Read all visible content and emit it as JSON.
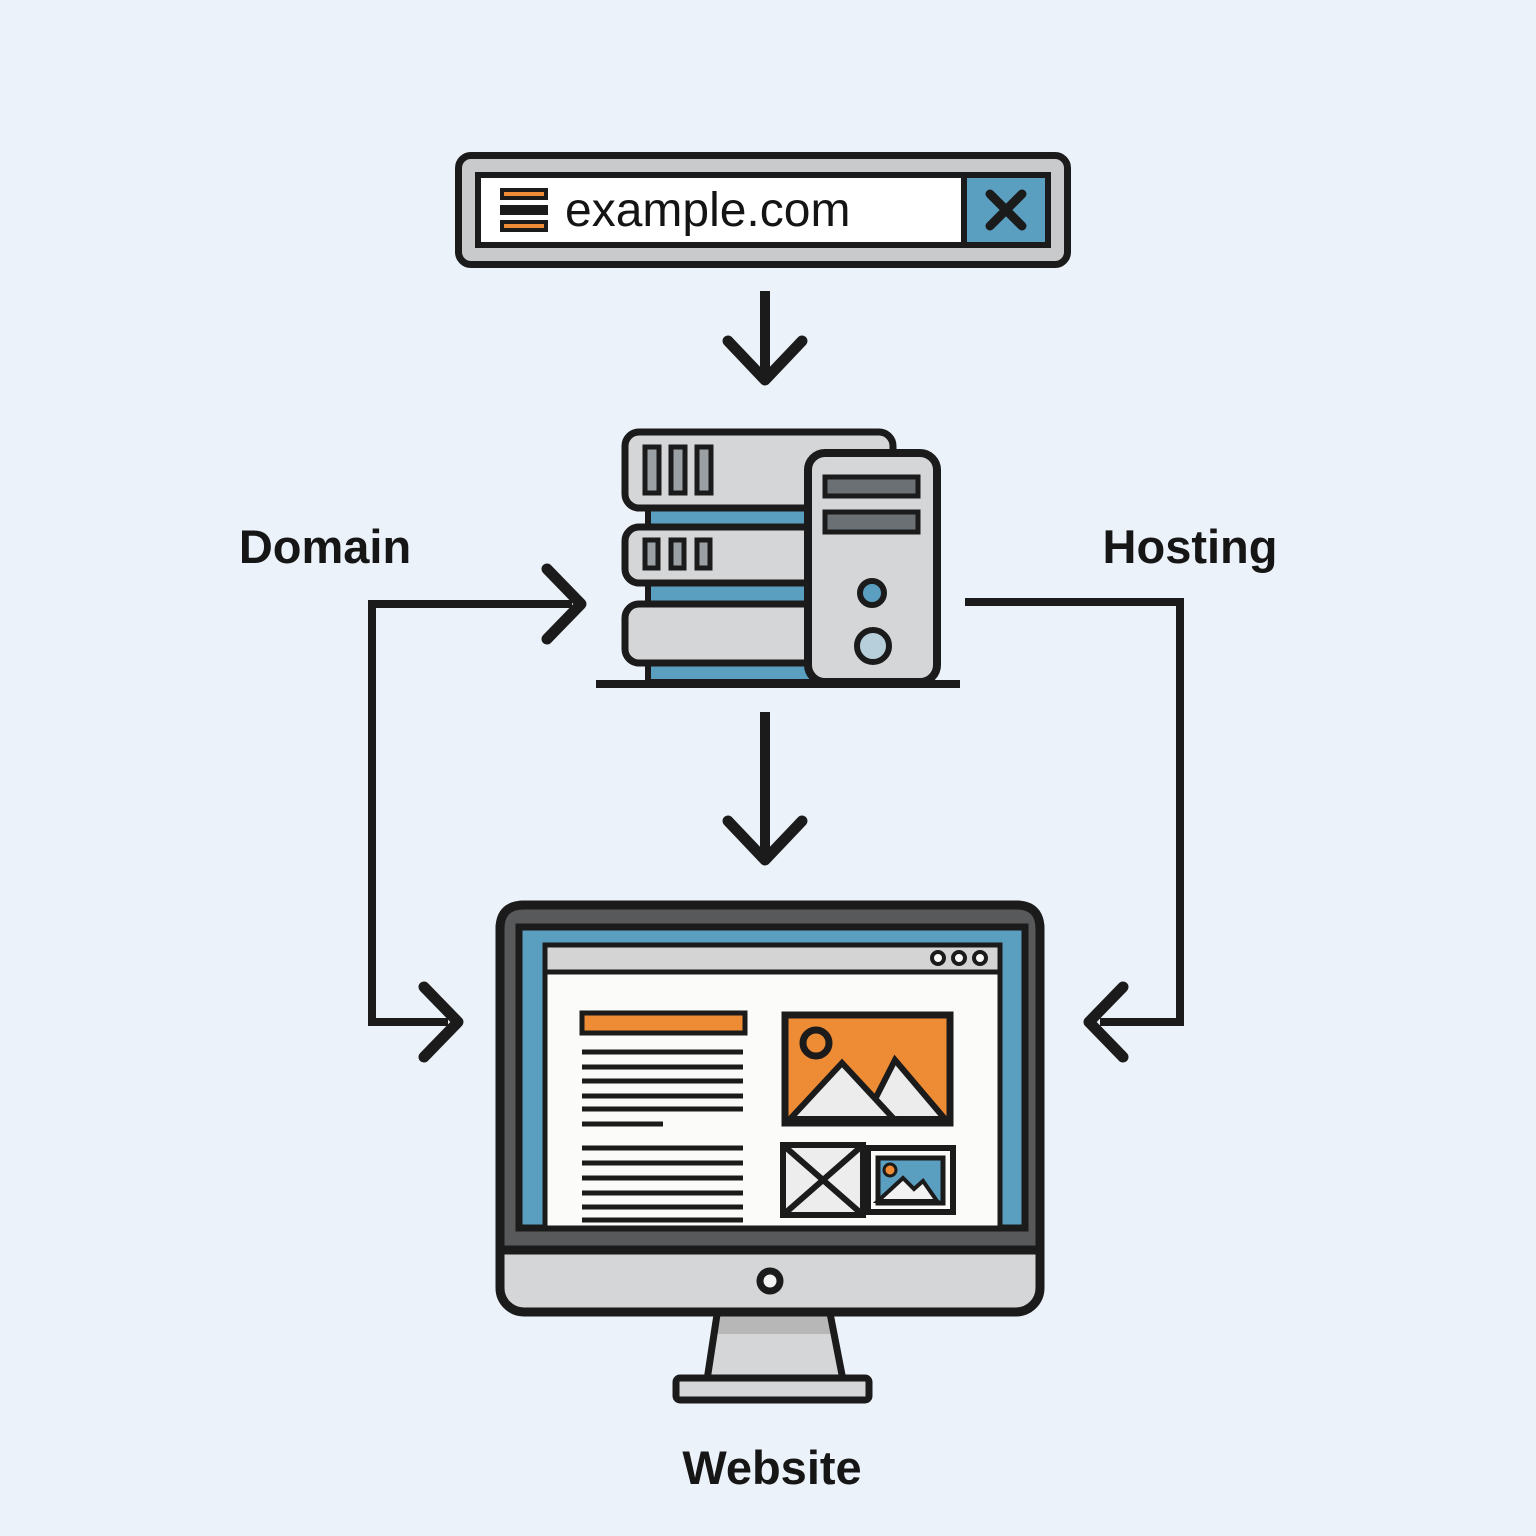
{
  "background": "#ecf2f9",
  "colors": {
    "bg": "#ecf2f9",
    "ink": "#1b1b1b",
    "blue": "#5b9fc0",
    "orange": "#ee8b35",
    "gray-light": "#d5d6d7",
    "gray-mid": "#c9cacc",
    "gray-dark": "#58595b"
  },
  "address_bar": {
    "url": "example.com",
    "menu_icon": "hamburger-menu-icon",
    "close_icon": "x-close-icon"
  },
  "labels": {
    "domain": "Domain",
    "hosting": "Hosting",
    "website": "Website"
  },
  "icons": {
    "menu": "hamburger-menu-icon",
    "close": "x-close-icon",
    "server": "server-rack-icon",
    "monitor": "desktop-monitor-icon",
    "hero_image": "image-placeholder-icon",
    "sun": "sun-circle-icon",
    "mountains": "mountains-icon",
    "crossed_box": "broken-image-icon",
    "thumbnail": "thumbnail-image-icon",
    "arrows": "flow-arrow-icon"
  }
}
